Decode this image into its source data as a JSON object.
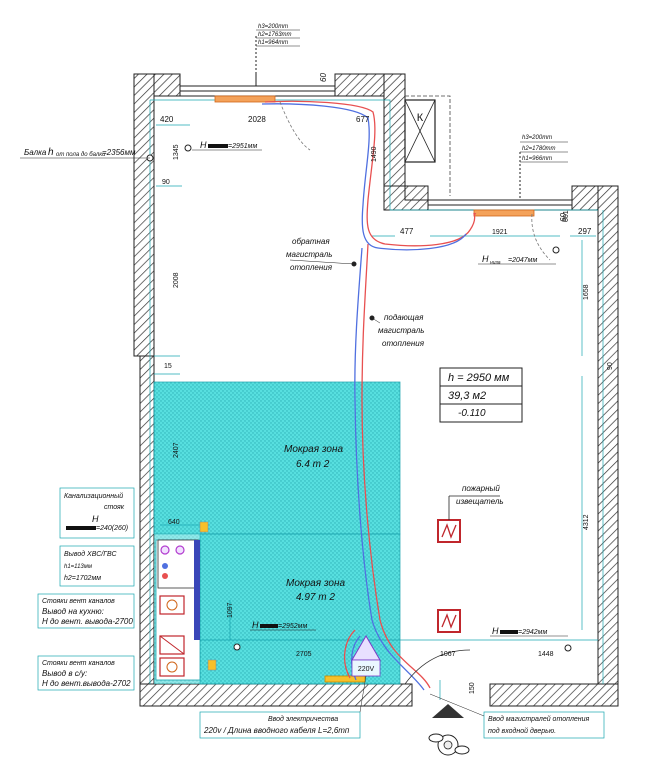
{
  "colors": {
    "wall_hatch": "#333333",
    "wet_zone": "#33d6d6",
    "dimension_cyan": "#1aa6b0",
    "supply_pipe": "#e85050",
    "return_pipe": "#5070e0",
    "radiator": "#f08a2a",
    "device_red": "#c0262c"
  },
  "title_block": {
    "height": "h = 2950 мм",
    "area": "39,3 м2",
    "level": "-0.110"
  },
  "window_top": {
    "h3": "h3=200mm",
    "h2": "h2=1763mm",
    "h1": "h1=964mm",
    "gap": "60"
  },
  "window_right": {
    "h3": "h3=200mm",
    "h2": "h2=1780mm",
    "h1": "h1=966mm",
    "gap": "60"
  },
  "beam_note": {
    "prefix": "Балка",
    "h_symbol": "h",
    "h_sub": "от пола до балки",
    "value": "=2356мм"
  },
  "elevations": {
    "top_left": "=2951мм",
    "right": "=2047мм",
    "bottom_mid": "=2952мм",
    "bottom_right": "=2942мм",
    "h": "H",
    "right_sub": "низа"
  },
  "dimensions": {
    "d420": "420",
    "d2028": "2028",
    "d677": "677",
    "d1345": "1345",
    "d90": "90",
    "d2008": "2008",
    "d15": "15",
    "d2407": "2407",
    "d1490": "1490",
    "d477": "477",
    "d1921": "1921",
    "d601": "601",
    "d297": "297",
    "d1658": "1658",
    "d90b": "90",
    "d4312": "4312",
    "d640": "640",
    "d1097": "1097",
    "d2705": "2705",
    "d1067": "1067",
    "d1448": "1448",
    "d150": "150"
  },
  "labels": {
    "return_main": [
      "обратная",
      "магистраль",
      "отопления"
    ],
    "supply_main": [
      "подающая",
      "магистраль",
      "отопления"
    ],
    "fire_detector": [
      "пожарный",
      "извещатель"
    ],
    "vent_box": "К",
    "voltage": "220V"
  },
  "wet_zones": {
    "upper_name": "Мокрая зона",
    "upper_area": "6.4 m 2",
    "lower_name": "Мокрая зона",
    "lower_area": "4.97 m 2"
  },
  "notes": {
    "sewer_riser": [
      "Канализационный",
      "стояк"
    ],
    "sewer_h": "H",
    "sewer_value": "=240(260)",
    "water_outlet": [
      "Вывод ХВС/ГВС",
      "h1=113мм",
      "h2=1702мм"
    ],
    "vent_kitchen": [
      "Стояки вент каналов",
      "Вывод на кухню:",
      "H до вент. вывода-2700"
    ],
    "vent_bath": [
      "Стояки вент каналов",
      "Вывод в с/у:",
      "H до вент.вывода-2702"
    ],
    "electric_input": [
      "Ввод электричества",
      "220v / Длина вводного кабеля L=2,6mп"
    ],
    "heating_input": [
      "Ввод магистралей отопления",
      "под входной дверью."
    ]
  }
}
